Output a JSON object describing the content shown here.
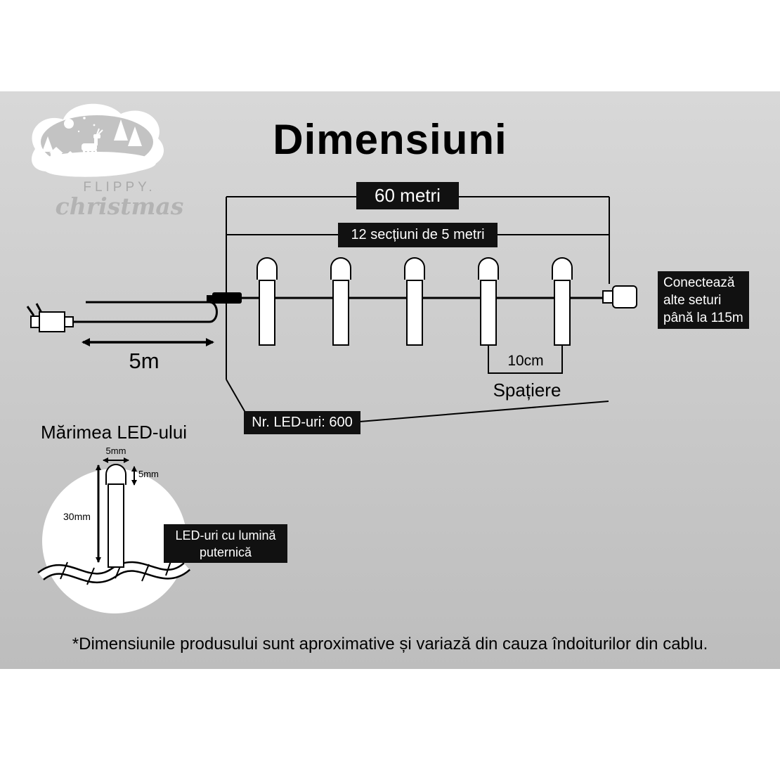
{
  "page": {
    "title": "Dimensiuni",
    "disclaimer": "*Dimensiunile produsului sunt aproximative și variază din cauza îndoiturilor din cablu."
  },
  "logo": {
    "brand": "FLIPPY.",
    "script": "christmas"
  },
  "measurements": {
    "total_length": "60 metri",
    "sections": "12 secțiuni de 5 metri",
    "lead_length": "5m",
    "led_spacing_value": "10cm",
    "led_spacing_label": "Spațiere",
    "led_count": "Nr. LED-uri: 600",
    "connect_note": [
      "Conectează",
      "alte seturi",
      "până la 115m"
    ]
  },
  "led_detail": {
    "section_title": "Mărimea LED-ului",
    "width": "5mm",
    "height": "5mm",
    "length": "30mm",
    "note": [
      "LED-uri cu lumină",
      "puternică"
    ]
  },
  "diagram": {
    "bulbs_shown": 5
  },
  "colors": {
    "panel_top": "#d8d8d8",
    "panel_bottom": "#bdbdbd",
    "box_bg": "#111111",
    "box_text": "#ffffff",
    "ink": "#000000",
    "logo_text": "#a9a9a9"
  }
}
